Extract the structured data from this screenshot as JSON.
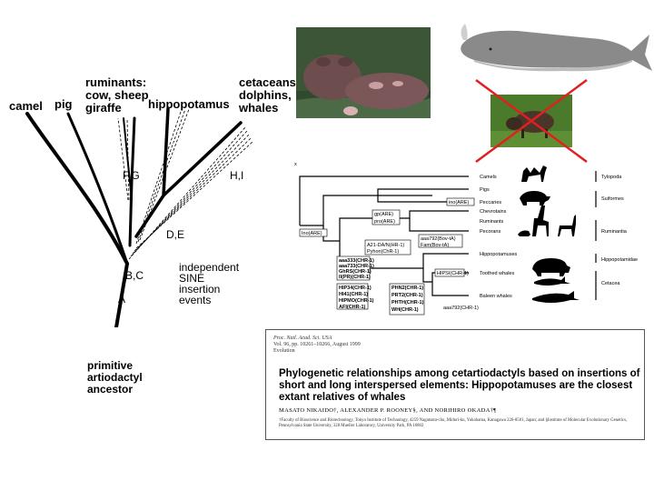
{
  "tree": {
    "taxa": {
      "camel": "camel",
      "pig": "pig",
      "ruminants": "ruminants:\ncow, sheep\ngiraffe",
      "hippopotamus": "hippopotamus",
      "cetaceans": "cetaceans:\ndolphins,\nwhales"
    },
    "nodes": {
      "fg": "F,G",
      "hi": "H,I",
      "de": "D,E",
      "bc": "B,C",
      "a": "A"
    },
    "sine_label": "independent\nSINE\ninsertion\nevents",
    "root": "primitive\nartiodactyl\nancestor"
  },
  "cladogram": {
    "taxa": [
      "Camels",
      "Pigs",
      "Peccaries",
      "Chevrotains",
      "Ruminants",
      "Pecorans",
      "Hippopotamuses",
      "Toothed whales",
      "Baleen whales"
    ],
    "groups": [
      "Tylopoda",
      "Suiformes",
      "Ruminantia",
      "Hippopotamidae",
      "Cetacea"
    ],
    "loci": [
      "ino(ARE)",
      "Ino(ARE)",
      "gp(ARE)",
      "pro(ARE)",
      "aaa792(Bov-tA)",
      "Fam(Bov-tA)",
      "A21-DA/N(HR-1)",
      "Pyhon(ChR-1)",
      "aaa333(CHR-1)",
      "aaa733(CHR-1)",
      "GhRS(CHR-1)",
      "ll(PR)(CHR-1)",
      "HIPSI(CHR-1)",
      "HIP34(CHR-1)",
      "HI41(CHR-1)",
      "HIPMO(CHR-1)",
      "AFI(CHR-1)",
      "PHN2(CHR-1)",
      "PRT2(CHR-1)",
      "PHTH(CHR-1)",
      "WH(CHR-1)",
      "aaa792(CHR-1)"
    ],
    "corner_mark": "x"
  },
  "paper": {
    "journal": "Proc. Natl. Acad. Sci. USA",
    "volume": "Vol. 96, pp. 10261–10266, August 1999",
    "field": "Evolution",
    "title": "Phylogenetic relationships among cetartiodactyls based on insertions of short and long interspersed elements: Hippopotamuses are the closest extant relatives of whales",
    "authors": "MASATO NIKAIDO†, ALEXANDER P. ROONEY§, AND NORIHIRO OKADA†¶",
    "affiliation": "†Faculty of Bioscience and Biotechnology, Tokyo Institute of Technology, 4259 Nagatsuta-cho, Midori-ku, Yokohama, Kanagawa 226-8501, Japan; and §Institute of Molecular Evolutionary Genetics, Pennsylvania State University, 328 Mueller Laboratory, University Park, PA 16802"
  },
  "colors": {
    "cross": "#e02020",
    "hippo": "#6e4d4f",
    "water": "#3f5a3a",
    "whale": "#8a8a8a",
    "grass": "#4a7a2a"
  }
}
